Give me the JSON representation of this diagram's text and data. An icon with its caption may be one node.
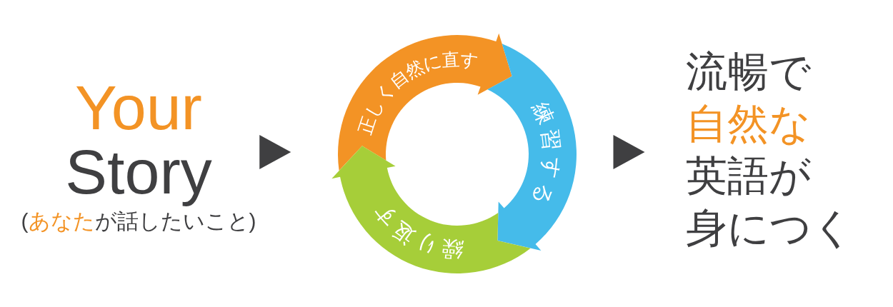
{
  "diagram": {
    "nodes": [
      {
        "text": [
          "Your Story",
          "(あなたが話したいこと)"
        ]
      },
      {
        "text": [
          "正しく自然に直す"
        ]
      },
      {
        "text": [
          "練習する"
        ]
      },
      {
        "text": [
          "繰り返す"
        ]
      },
      {
        "text": [
          "流暢で自然な英語が身につく"
        ]
      }
    ],
    "edges": [
      {
        "from": 0,
        "to": 3,
        "arrow": "to"
      },
      {
        "from": 2,
        "to": 4,
        "arrow": "to"
      }
    ]
  }
}
